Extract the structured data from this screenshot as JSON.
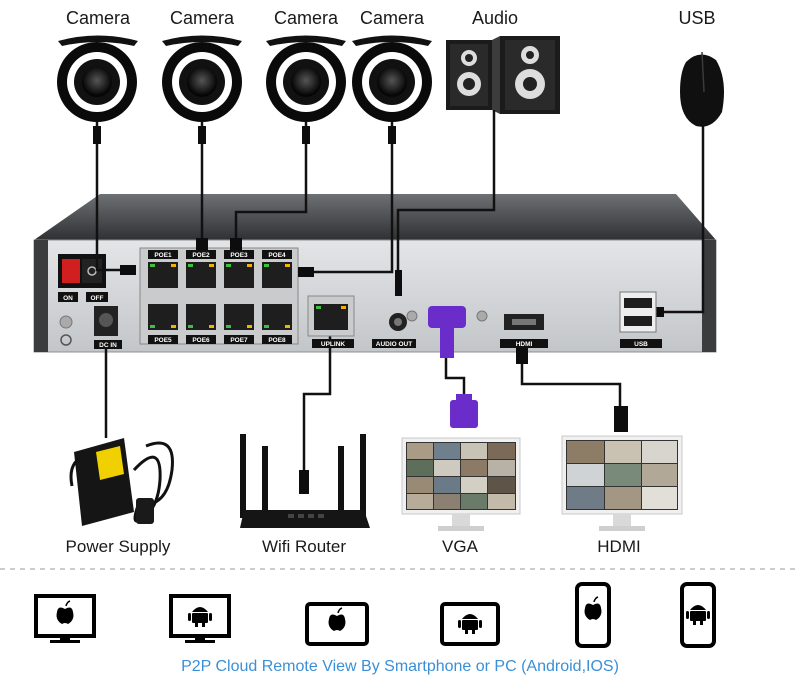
{
  "top_labels": {
    "camera1": "Camera",
    "camera2": "Camera",
    "camera3": "Camera",
    "camera4": "Camera",
    "audio": "Audio",
    "usb": "USB"
  },
  "nvr": {
    "poe_top": [
      "POE1",
      "POE2",
      "POE3",
      "POE4"
    ],
    "poe_bottom": [
      "POE5",
      "POE6",
      "POE7",
      "POE8"
    ],
    "switch_on": "ON",
    "switch_off": "OFF",
    "dc_in": "DC IN",
    "uplink": "UPLINK",
    "audio_out": "AUDIO OUT",
    "hdmi_port": "HDMI",
    "usb_port": "USB"
  },
  "bottom_labels": {
    "power_supply": "Power Supply",
    "wifi_router": "Wifi Router",
    "vga": "VGA",
    "hdmi": "HDMI"
  },
  "devices": [
    {
      "type": "monitor",
      "os": "apple-icon"
    },
    {
      "type": "monitor",
      "os": "android-icon"
    },
    {
      "type": "tablet",
      "os": "apple-icon"
    },
    {
      "type": "tablet",
      "os": "android-icon"
    },
    {
      "type": "phone",
      "os": "apple-icon"
    },
    {
      "type": "phone",
      "os": "android-icon"
    }
  ],
  "caption": "P2P Cloud Remote View By Smartphone or PC (Android,IOS)",
  "colors": {
    "caption": "#3b8fd6",
    "vga_connector": "#6a2dc9",
    "nvr_body": "#d6d8da",
    "cable": "#111111"
  }
}
